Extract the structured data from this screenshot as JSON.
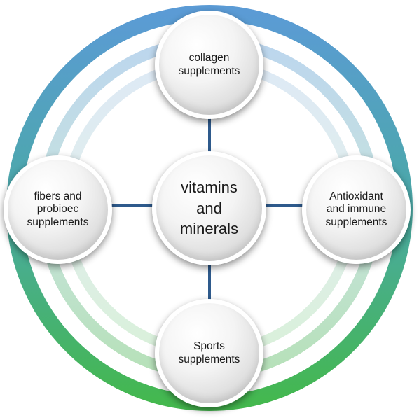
{
  "center": {
    "label": "vitamins\nand\nminerals"
  },
  "nodes": {
    "top": {
      "label": "collagen\nsupplements"
    },
    "left": {
      "label": "fibers and\nprobioec\nsupplements"
    },
    "right": {
      "label": "Antioxidant\nand immune\nsupplements"
    },
    "bottom": {
      "label": "Sports\nsupplements"
    }
  },
  "colors": {
    "ring_blue": "#5b9bd5",
    "ring_green": "#44b84e",
    "connector": "#2e5a8c"
  }
}
